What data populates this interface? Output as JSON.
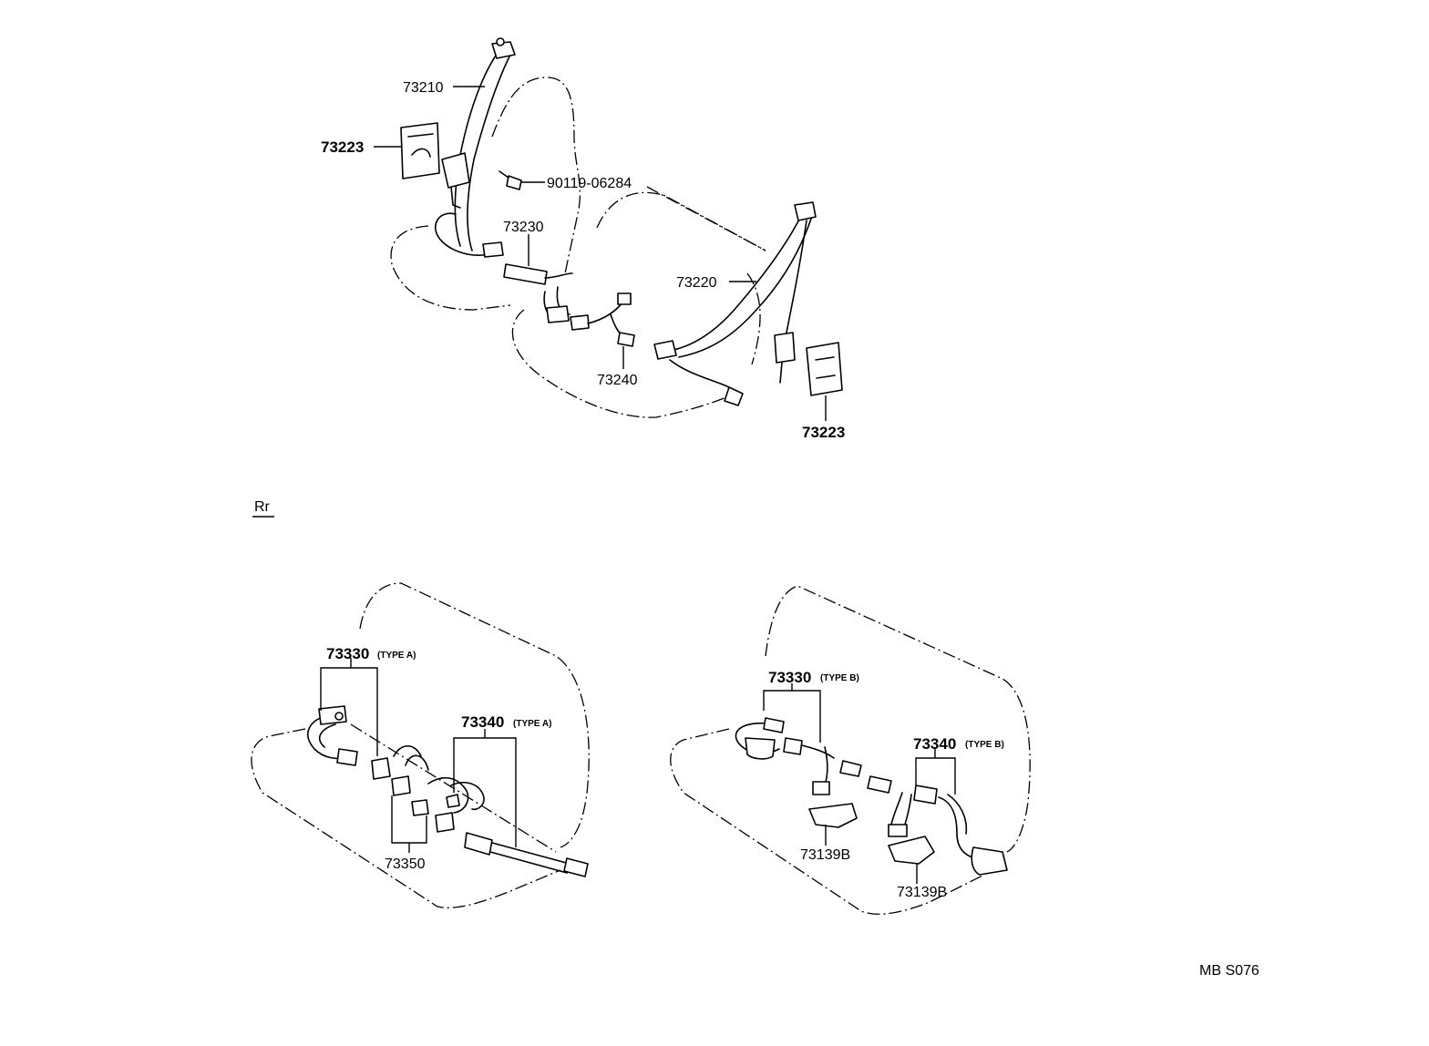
{
  "front_assembly": {
    "labels": {
      "shoulder_belt_right": "73210",
      "retractor_cover_left": "73223",
      "bolt": "90119-06284",
      "buckle_inner": "73230",
      "shoulder_belt_left": "73220",
      "buckle_center": "73240",
      "retractor_cover_right": "73223"
    }
  },
  "section_marker": "Rr",
  "rear_type_a": {
    "belt_label": "73330",
    "belt_type": "(TYPE A)",
    "buckle_label": "73340",
    "buckle_type": "(TYPE A)",
    "center_label": "73350"
  },
  "rear_type_b": {
    "belt_label": "73330",
    "belt_type": "(TYPE B)",
    "buckle_label": "73340",
    "buckle_type": "(TYPE B)",
    "cover_label_1": "73139B",
    "cover_label_2": "73139B"
  },
  "diagram_code": "MB S076"
}
